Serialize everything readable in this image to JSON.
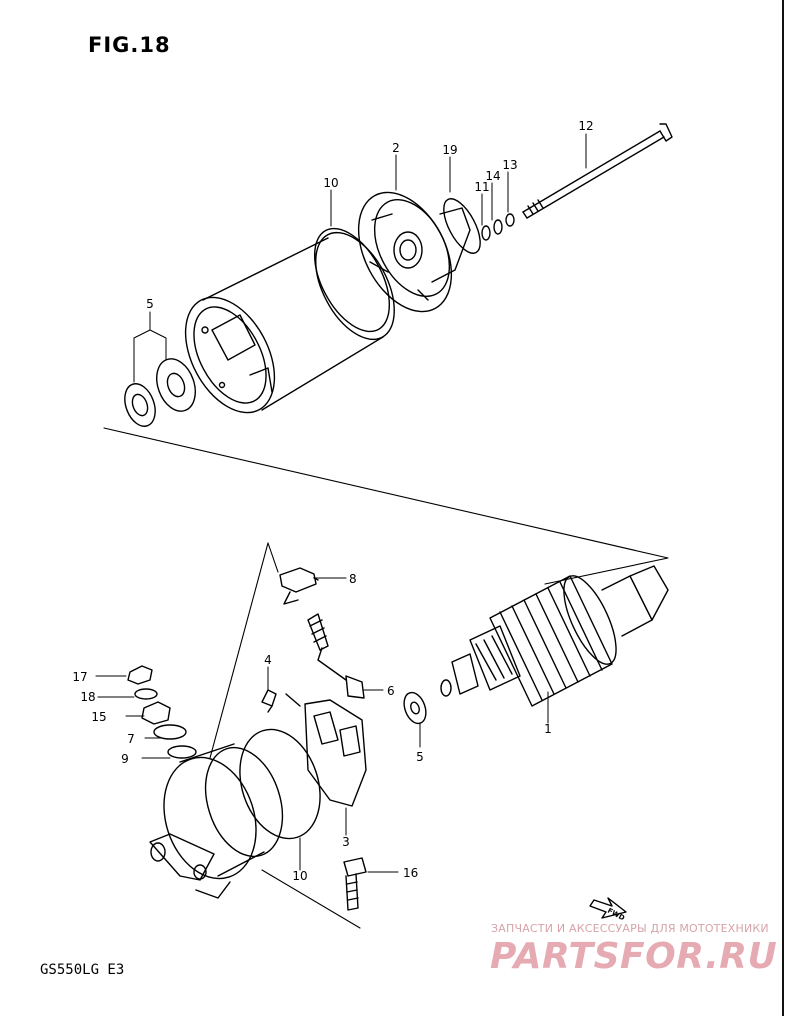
{
  "figure_title": "FIG.18",
  "model_code": "GS550LG E3",
  "watermark": {
    "tagline": "ЗАПЧАСТИ И АКСЕССУАРЫ ДЛЯ МОТОТЕХНИКИ",
    "brand": "PARTSFOR.RU"
  },
  "fwd_arrow_label": "FWD",
  "part_labels": {
    "p1": "1",
    "p2": "2",
    "p3": "3",
    "p4": "4",
    "p5a": "5",
    "p5b": "5",
    "p6": "6",
    "p7": "7",
    "p8": "8",
    "p9": "9",
    "p10a": "10",
    "p10b": "10",
    "p11": "11",
    "p12": "12",
    "p13": "13",
    "p14": "14",
    "p15": "15",
    "p16": "16",
    "p17": "17",
    "p18": "18",
    "p19": "19"
  },
  "accent_colors": {
    "ink": "#000000",
    "watermark": "#e5aab2"
  }
}
